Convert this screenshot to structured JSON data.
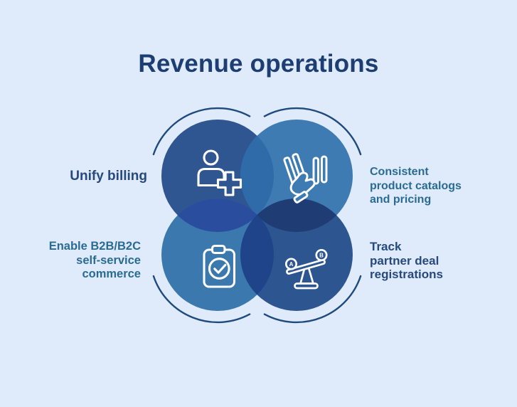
{
  "title": "Revenue operations",
  "theme": {
    "background": "#dfeafb",
    "title_color": "#1d3e72",
    "navy_text": "#26497e",
    "teal_text": "#2a6b94",
    "arc": "#1e4a7d",
    "icon_stroke": "#ffffff",
    "circle_top_left": "#2f5691",
    "circle_top_right": "#3e7bb2",
    "circle_bottom_left": "#3b78ae",
    "circle_bottom_right": "#2d5590",
    "overlap_top": "#2f6ba9",
    "overlap_left": "#2a4d9e",
    "overlap_right": "#1f3d74",
    "overlap_bottom": "#20448a"
  },
  "segments": {
    "top_left": {
      "icon": "add-user-icon",
      "label": "Unify billing"
    },
    "top_right": {
      "icon": "hand-catching-bills-icon",
      "lines": [
        "Consistent",
        "product catalogs",
        "and pricing"
      ]
    },
    "bottom_left": {
      "icon": "clipboard-check-icon",
      "lines": [
        "Enable B2B/B2C",
        "self-service",
        "commerce"
      ]
    },
    "bottom_right": {
      "icon": "balance-scale-icon",
      "scale_left": "A",
      "scale_right": "B",
      "lines": [
        "Track",
        "partner deal",
        "registrations"
      ]
    }
  }
}
